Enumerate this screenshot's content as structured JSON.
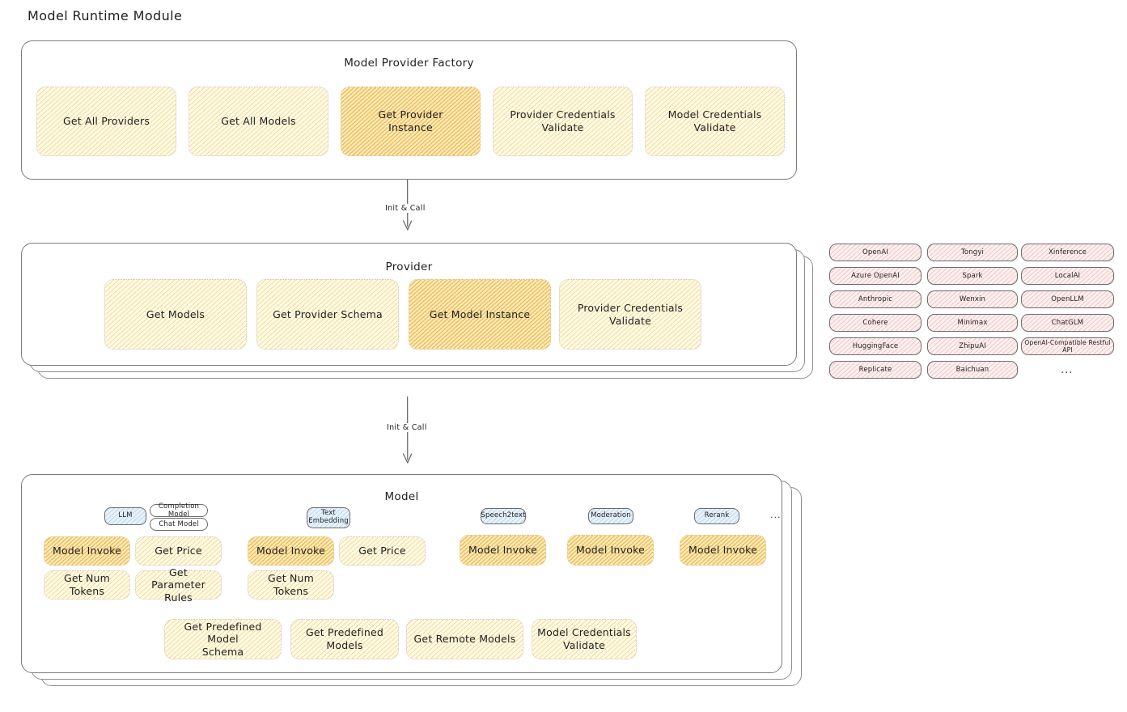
{
  "page": {
    "title": "Model Runtime Module"
  },
  "factory": {
    "title": "Model Provider Factory",
    "boxes": [
      {
        "label": "Get All Providers",
        "highlight": false
      },
      {
        "label": "Get All Models",
        "highlight": false
      },
      {
        "label": "Get Provider\nInstance",
        "highlight": true
      },
      {
        "label": "Provider Credentials\nValidate",
        "highlight": false
      },
      {
        "label": "Model Credentials\nValidate",
        "highlight": false
      }
    ]
  },
  "arrows": [
    {
      "label": "Init & Call"
    },
    {
      "label": "Init & Call"
    }
  ],
  "provider": {
    "title": "Provider",
    "boxes": [
      {
        "label": "Get Models",
        "highlight": false
      },
      {
        "label": "Get Provider Schema",
        "highlight": false
      },
      {
        "label": "Get Model Instance",
        "highlight": true
      },
      {
        "label": "Provider Credentials\nValidate",
        "highlight": false
      }
    ]
  },
  "provider_list": {
    "ellipsis": "...",
    "columns": [
      [
        "OpenAI",
        "Azure OpenAI",
        "Anthropic",
        "Cohere",
        "HuggingFace",
        "Replicate"
      ],
      [
        "Tongyi",
        "Spark",
        "Wenxin",
        "Minimax",
        "ZhipuAI",
        "Baichuan"
      ],
      [
        "Xinference",
        "LocalAI",
        "OpenLLM",
        "ChatGLM",
        "OpenAI-Compatible Restful API"
      ]
    ]
  },
  "model": {
    "title": "Model",
    "ellipsis": "...",
    "types": [
      {
        "name": "LLM",
        "sub_pills": [
          "Completion Model",
          "Chat Model"
        ],
        "methods": [
          {
            "label": "Model Invoke",
            "highlight": true
          },
          {
            "label": "Get Price",
            "highlight": false
          },
          {
            "label": "Get Num Tokens",
            "highlight": false
          },
          {
            "label": "Get Parameter\nRules",
            "highlight": false
          }
        ]
      },
      {
        "name": "Text\nEmbedding",
        "sub_pills": [],
        "methods": [
          {
            "label": "Model Invoke",
            "highlight": true
          },
          {
            "label": "Get Price",
            "highlight": false
          },
          {
            "label": "Get Num Tokens",
            "highlight": false
          }
        ]
      },
      {
        "name": "Speech2text",
        "sub_pills": [],
        "methods": [
          {
            "label": "Model Invoke",
            "highlight": true
          }
        ]
      },
      {
        "name": "Moderation",
        "sub_pills": [],
        "methods": [
          {
            "label": "Model Invoke",
            "highlight": true
          }
        ]
      },
      {
        "name": "Rerank",
        "sub_pills": [],
        "methods": [
          {
            "label": "Model Invoke",
            "highlight": true
          }
        ]
      }
    ],
    "common_methods": [
      {
        "label": "Get Predefined Model\nSchema"
      },
      {
        "label": "Get Predefined\nModels"
      },
      {
        "label": "Get Remote Models"
      },
      {
        "label": "Model Credentials\nValidate"
      }
    ]
  },
  "colors": {
    "fill_light_yellow": "#fffaea",
    "hachure_yellow": "#f5d67a",
    "fill_strong_yellow": "#fdecc0",
    "hachure_strong_yellow": "#eeba4e",
    "fill_pink": "#fdf0f0",
    "hachure_pink": "#f0bcbc",
    "fill_blue": "#e8f2fb",
    "hachure_blue": "#aacdeb",
    "stroke": "#6c6c6c",
    "text": "#1e1e1e"
  }
}
